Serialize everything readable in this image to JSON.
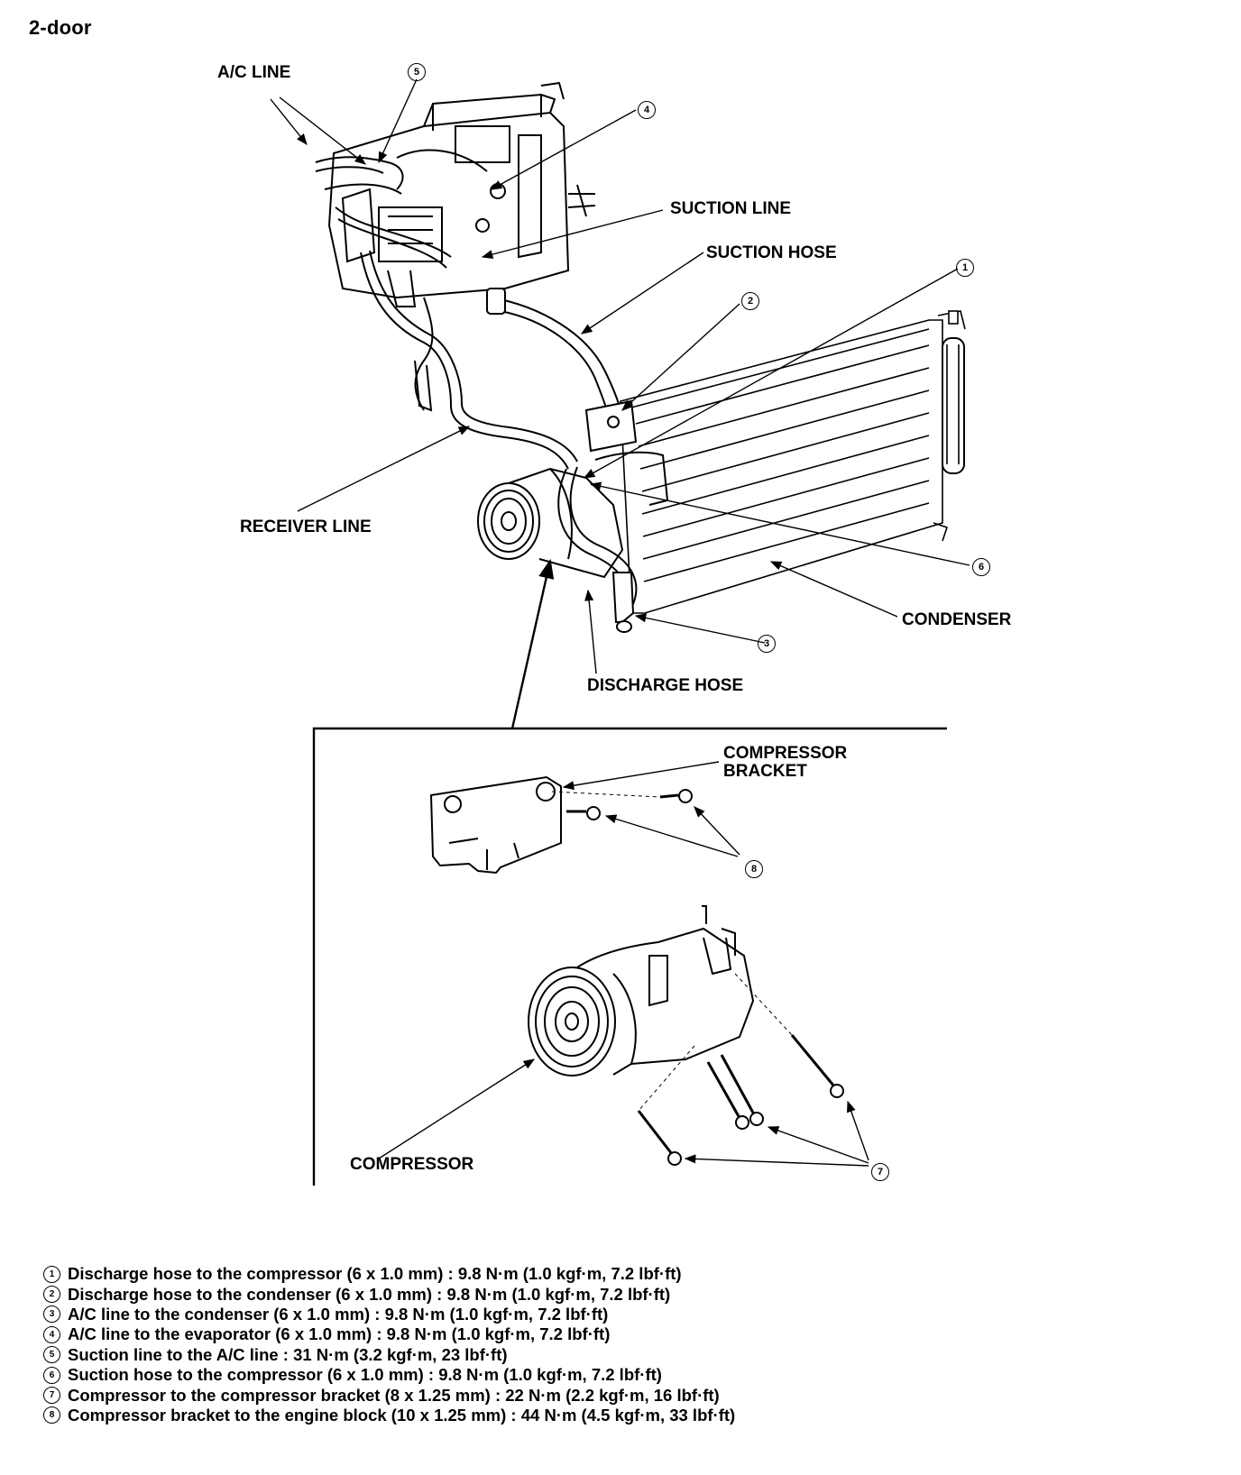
{
  "title": "2-door",
  "labels": {
    "ac_line": "A/C LINE",
    "suction_line": "SUCTION LINE",
    "suction_hose": "SUCTION HOSE",
    "receiver_line": "RECEIVER LINE",
    "condenser": "CONDENSER",
    "discharge_hose": "DISCHARGE HOSE",
    "compressor_bracket_1": "COMPRESSOR",
    "compressor_bracket_2": "BRACKET",
    "compressor": "COMPRESSOR"
  },
  "callouts": {
    "n1": "1",
    "n2": "2",
    "n3": "3",
    "n4": "4",
    "n5": "5",
    "n6": "6",
    "n7": "7",
    "n8": "8"
  },
  "legend": [
    {
      "num": "1",
      "text": "Discharge hose to the compressor (6 x 1.0 mm) : 9.8 N·m (1.0 kgf·m, 7.2 lbf·ft)"
    },
    {
      "num": "2",
      "text": "Discharge hose to the condenser (6 x 1.0 mm) : 9.8 N·m (1.0 kgf·m, 7.2 lbf·ft)"
    },
    {
      "num": "3",
      "text": "A/C line to the condenser (6 x 1.0 mm) : 9.8 N·m (1.0 kgf·m, 7.2 lbf·ft)"
    },
    {
      "num": "4",
      "text": "A/C line to the evaporator (6 x 1.0 mm) : 9.8 N·m (1.0 kgf·m, 7.2 lbf·ft)"
    },
    {
      "num": "5",
      "text": "Suction line to the A/C line : 31 N·m (3.2 kgf·m, 23 lbf·ft)"
    },
    {
      "num": "6",
      "text": "Suction hose to the compressor (6 x 1.0 mm) : 9.8 N·m (1.0 kgf·m, 7.2 lbf·ft)"
    },
    {
      "num": "7",
      "text": "Compressor to the compressor bracket (8 x 1.25 mm) : 22 N·m (2.2 kgf·m, 16 lbf·ft)"
    },
    {
      "num": "8",
      "text": "Compressor bracket to the engine block (10 x 1.25 mm) : 44 N·m (4.5 kgf·m, 33 lbf·ft)"
    }
  ]
}
